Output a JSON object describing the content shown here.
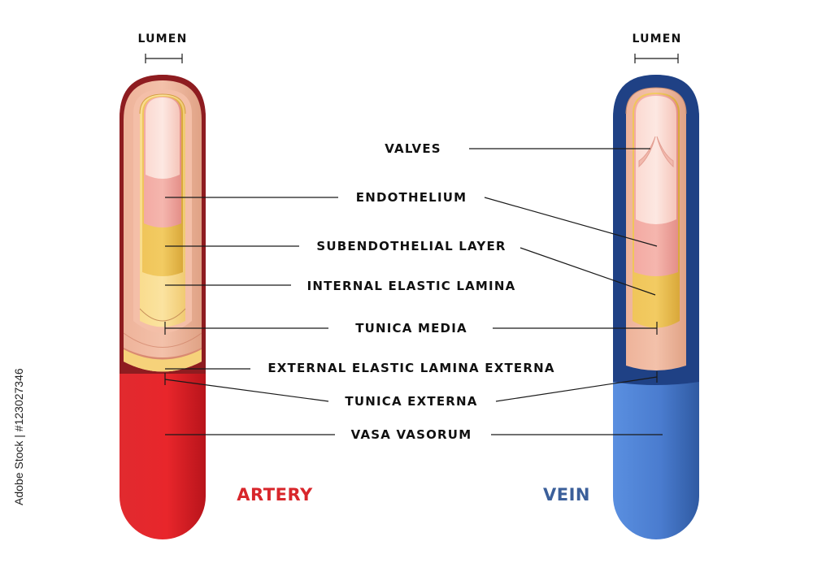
{
  "lumen_left": "LUMEN",
  "lumen_right": "LUMEN",
  "labels": {
    "valves": "VALVES",
    "endothelium": "ENDOTHELIUM",
    "subendothelial": "SUBENDOTHELIAL LAYER",
    "internal_elastic": "INTERNAL ELASTIC LAMINA",
    "tunica_media": "TUNICA MEDIA",
    "external_elastic": "EXTERNAL ELASTIC LAMINA EXTERNA",
    "tunica_externa": "TUNICA EXTERNA",
    "vasa_vasorum": "VASA VASORUM"
  },
  "artery_title": "ARTERY",
  "vein_title": "VEIN",
  "stock_id": "Adobe Stock | #123027346",
  "colors": {
    "artery_title": "#d8262b",
    "vein_title": "#3b5f9a",
    "artery_outer": "#d71f26",
    "vein_outer": "#3f6fc0",
    "vein_dark": "#1f3f7f",
    "endothelium": "#f0a3a3",
    "subendothelial": "#e8b94a",
    "elastic": "#f6d27a"
  }
}
